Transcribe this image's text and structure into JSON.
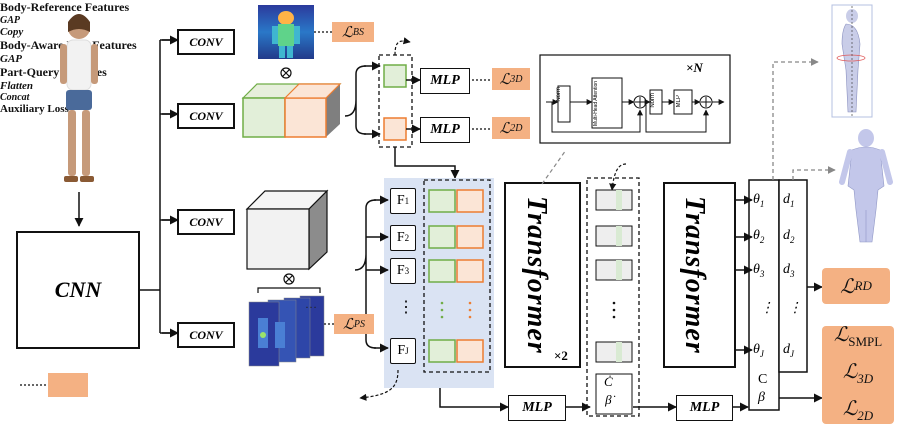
{
  "backbone": {
    "label": "CNN"
  },
  "conv_label": "CONV",
  "labels": {
    "body_reference_features": "Body-Reference Features",
    "body_aware_part_features": "Body-Aware Part Features",
    "part_query_features": "Part-Query Features",
    "auxiliary_loss": "Auxiliary Loss",
    "gap": "GAP",
    "copy": "Copy",
    "flatten": "Flatten",
    "concat": "Concat",
    "times_n": "×N",
    "times_2": "×2"
  },
  "mlp_label": "MLP",
  "transformer_label": "Transformer",
  "block": {
    "norm": "Norm",
    "attention": "Multi-Head Attention",
    "mlp": "MLP"
  },
  "part_queries": [
    "F1",
    "F2",
    "F3",
    "⋮",
    "FJ"
  ],
  "thetas": [
    "θ1",
    "θ2",
    "θ3",
    "⋮",
    "θJ"
  ],
  "ds": [
    "d1",
    "d2",
    "d3",
    "⋮",
    "dJ"
  ],
  "losses": {
    "bs": "BS",
    "ps": "PS",
    "l3d": "3D",
    "l2d": "2D",
    "rd": "RD",
    "smpl": "SMPL",
    "final_3d": "3D",
    "final_2d": "2D"
  },
  "colors": {
    "loss_fill": "#f4b183",
    "green": "#70ad47",
    "orange": "#ed7d31",
    "panel": "#dae3f3"
  }
}
